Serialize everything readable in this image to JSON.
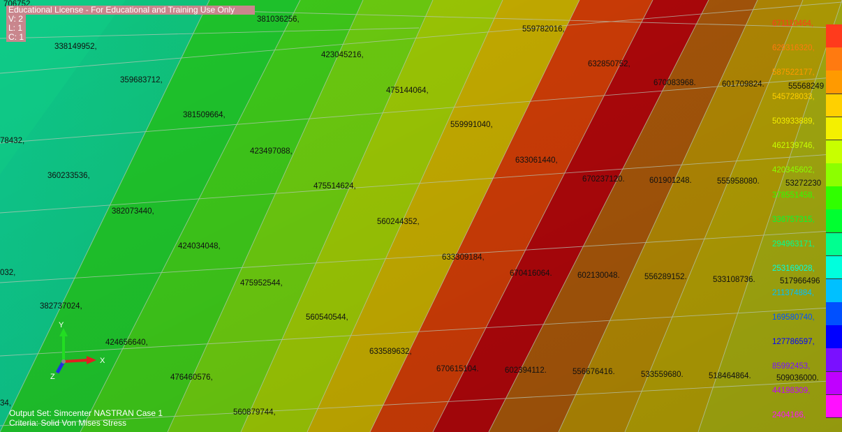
{
  "license_banner": "Educational License - For Educational and Training Use Only",
  "view_info": {
    "v": "V: 2",
    "l": "L: 1",
    "c": "C: 1"
  },
  "output_info": {
    "output_set": "Output Set: Simcenter NASTRAN Case 1",
    "criteria": "Criteria: Solid Von Mises Stress"
  },
  "triad": {
    "x": "X",
    "y": "Y",
    "z": "Z"
  },
  "legend": {
    "values": [
      "671110464,",
      "629316320,",
      "587522177,",
      "545728033,",
      "503933889,",
      "462139746,",
      "420345602,",
      "378551458,",
      "336757315,",
      "294963171,",
      "253169028,",
      "211374884,",
      "169580740,",
      "127786597,",
      "85992453,",
      "44198309,",
      "2404166,"
    ],
    "colors": [
      "#ff3a1c",
      "#ff7a10",
      "#ff9a00",
      "#ffd000",
      "#f4f000",
      "#c8ff00",
      "#8cff00",
      "#30ff00",
      "#00ff30",
      "#00ff90",
      "#00ffdd",
      "#00c0ff",
      "#0050ff",
      "#0000ff",
      "#7a10ff",
      "#c000ff",
      "#ff10ff"
    ]
  },
  "node_labels": [
    {
      "text": "706752,"
    },
    {
      "text": "381036256,"
    },
    {
      "text": "338149952,"
    },
    {
      "text": "423045216,"
    },
    {
      "text": "559782016,"
    },
    {
      "text": "632850752,"
    },
    {
      "text": "359683712,"
    },
    {
      "text": "475144064,"
    },
    {
      "text": "670083968."
    },
    {
      "text": "601709824."
    },
    {
      "text": "55568249"
    },
    {
      "text": "381509664,"
    },
    {
      "text": "559991040,"
    },
    {
      "text": "78432,"
    },
    {
      "text": "423497088,"
    },
    {
      "text": "633061440,"
    },
    {
      "text": "360233536,"
    },
    {
      "text": "475514624,"
    },
    {
      "text": "670237120."
    },
    {
      "text": "601901248."
    },
    {
      "text": "555958080."
    },
    {
      "text": "53272230"
    },
    {
      "text": "382073440,"
    },
    {
      "text": "560244352,"
    },
    {
      "text": "424034048,"
    },
    {
      "text": "633309184,"
    },
    {
      "text": "032,"
    },
    {
      "text": "670416064."
    },
    {
      "text": "602130048."
    },
    {
      "text": "556289152."
    },
    {
      "text": "533108736."
    },
    {
      "text": "517966496"
    },
    {
      "text": "475952544,"
    },
    {
      "text": "382737024,"
    },
    {
      "text": "560540544,"
    },
    {
      "text": "424656640,"
    },
    {
      "text": "633589632,"
    },
    {
      "text": "670615104."
    },
    {
      "text": "602394112."
    },
    {
      "text": "556676416."
    },
    {
      "text": "533559680."
    },
    {
      "text": "518464864."
    },
    {
      "text": "509036000."
    },
    {
      "text": "476460576,"
    },
    {
      "text": "34,"
    },
    {
      "text": "560879744,"
    }
  ]
}
